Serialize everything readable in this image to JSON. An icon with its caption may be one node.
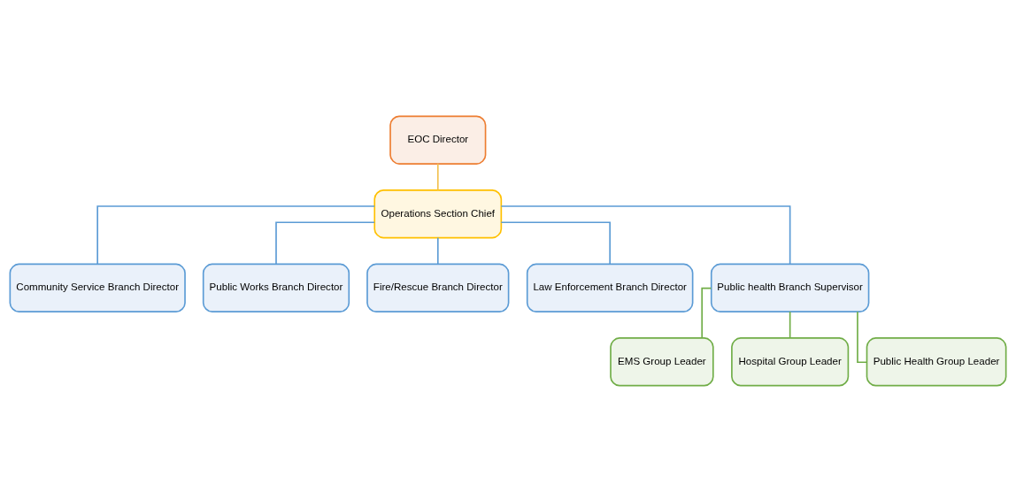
{
  "diagram": {
    "nodes": [
      {
        "text": [
          "EOC Director"
        ]
      },
      {
        "text": [
          "Operations Section Chief"
        ]
      },
      {
        "text": [
          "Community Service Branch Director"
        ]
      },
      {
        "text": [
          "Public Works Branch Director"
        ]
      },
      {
        "text": [
          "Fire/Rescue Branch Director"
        ]
      },
      {
        "text": [
          "Law Enforcement Branch Director"
        ]
      },
      {
        "text": [
          "Public health Branch Supervisor"
        ]
      },
      {
        "text": [
          "EMS Group Leader"
        ]
      },
      {
        "text": [
          "Hospital Group Leader"
        ]
      },
      {
        "text": [
          "Public Health Group Leader"
        ]
      }
    ],
    "edges": [
      {
        "from": 0,
        "to": 1,
        "arrow": "none",
        "color": "#f2c14e"
      },
      {
        "from": 1,
        "to": 2,
        "arrow": "none"
      },
      {
        "from": 1,
        "to": 3,
        "arrow": "none"
      },
      {
        "from": 1,
        "to": 4,
        "arrow": "none"
      },
      {
        "from": 1,
        "to": 5,
        "arrow": "none"
      },
      {
        "from": 1,
        "to": 6,
        "arrow": "none"
      },
      {
        "from": 6,
        "to": 7,
        "arrow": "none",
        "color": "#70ad47"
      },
      {
        "from": 6,
        "to": 8,
        "arrow": "none",
        "color": "#70ad47"
      },
      {
        "from": 6,
        "to": 9,
        "arrow": "none",
        "color": "#70ad47"
      }
    ]
  }
}
